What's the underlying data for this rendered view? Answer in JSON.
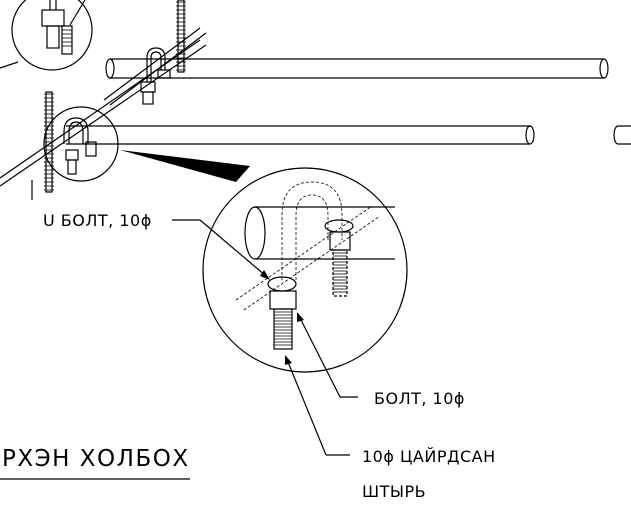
{
  "labels": {
    "u_bolt": "U БОЛТ, 10ϕ",
    "bolt": "БОЛТ, 10ϕ",
    "threaded_rod_line1": "10ϕ ЦАЙРДСАН",
    "threaded_rod_line2": "ШТЫРЬ"
  },
  "title": "РХЭН ХОЛБОХ",
  "colors": {
    "ink": "#000000",
    "paper": "#ffffff"
  }
}
